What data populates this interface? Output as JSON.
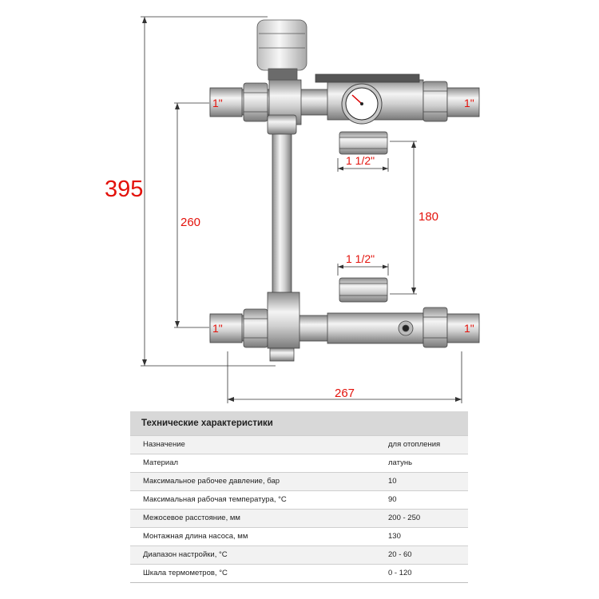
{
  "dimensions": {
    "total_height": "395",
    "left_vertical": "260",
    "right_vertical": "180",
    "width": "267",
    "port_top_left": "1\"",
    "port_top_right": "1\"",
    "port_bottom_left": "1\"",
    "port_bottom_right": "1\"",
    "flange_top": "1 1/2\"",
    "flange_bottom": "1 1/2\""
  },
  "colors": {
    "dimension": "#e3120b",
    "header_bg": "#d8d8d8",
    "row_alt": "#f2f2f2"
  },
  "specs": {
    "title": "Технические характеристики",
    "rows": [
      {
        "label": "Назначение",
        "value": "для отопления"
      },
      {
        "label": "Материал",
        "value": "латунь"
      },
      {
        "label": "Максимальное рабочее давление, бар",
        "value": "10"
      },
      {
        "label": "Максимальная рабочая температура, °С",
        "value": "90"
      },
      {
        "label": "Межосевое расстояние, мм",
        "value": "200 - 250"
      },
      {
        "label": "Монтажная длина насоса, мм",
        "value": "130"
      },
      {
        "label": "Диапазон настройки, °С",
        "value": "20 - 60"
      },
      {
        "label": "Шкала термометров, °С",
        "value": "0 - 120"
      }
    ]
  }
}
